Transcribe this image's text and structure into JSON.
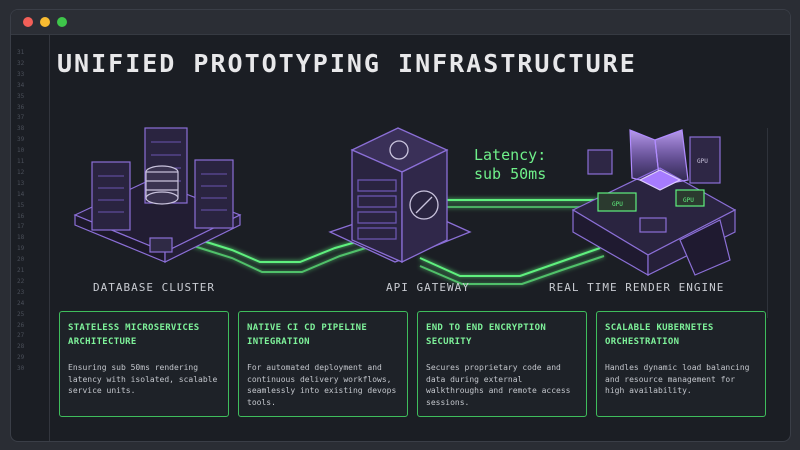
{
  "title": "UNIFIED PROTOTYPING INFRASTRUCTURE",
  "line_numbers": [
    "31",
    "32",
    "33",
    "34",
    "35",
    "36",
    "37",
    "38",
    "39",
    "10",
    "11",
    "12",
    "13",
    "14",
    "15",
    "16",
    "17",
    "18",
    "19",
    "20",
    "21",
    "22",
    "23",
    "24",
    "25",
    "26",
    "27",
    "28",
    "29",
    "30"
  ],
  "nodes": {
    "database": "DATABASE CLUSTER",
    "gateway": "API GATEWAY",
    "render": "REAL TIME RENDER ENGINE"
  },
  "latency": {
    "line1": "Latency:",
    "line2": "sub 50ms"
  },
  "chip_labels": {
    "gpu1": "GPU",
    "gpu2": "GPU",
    "gpu3": "GPU"
  },
  "cards": [
    {
      "title": "STATELESS MICROSERVICES ARCHITECTURE",
      "text": "Ensuring sub 50ms rendering latency with isolated, scalable service units."
    },
    {
      "title": "NATIVE CI CD PIPELINE INTEGRATION",
      "text": "For automated deployment and continuous delivery workflows, seamlessly into existing devops tools."
    },
    {
      "title": "END TO END ENCRYPTION SECURITY",
      "text": "Secures proprietary code and data during external walkthroughs and remote access sessions."
    },
    {
      "title": "SCALABLE KUBERNETES ORCHESTRATION",
      "text": "Handles dynamic load balancing and resource management for high availability."
    }
  ],
  "colors": {
    "accent_green": "#6ff08a",
    "purple": "#8b6fd6",
    "background": "#1b1e24"
  }
}
